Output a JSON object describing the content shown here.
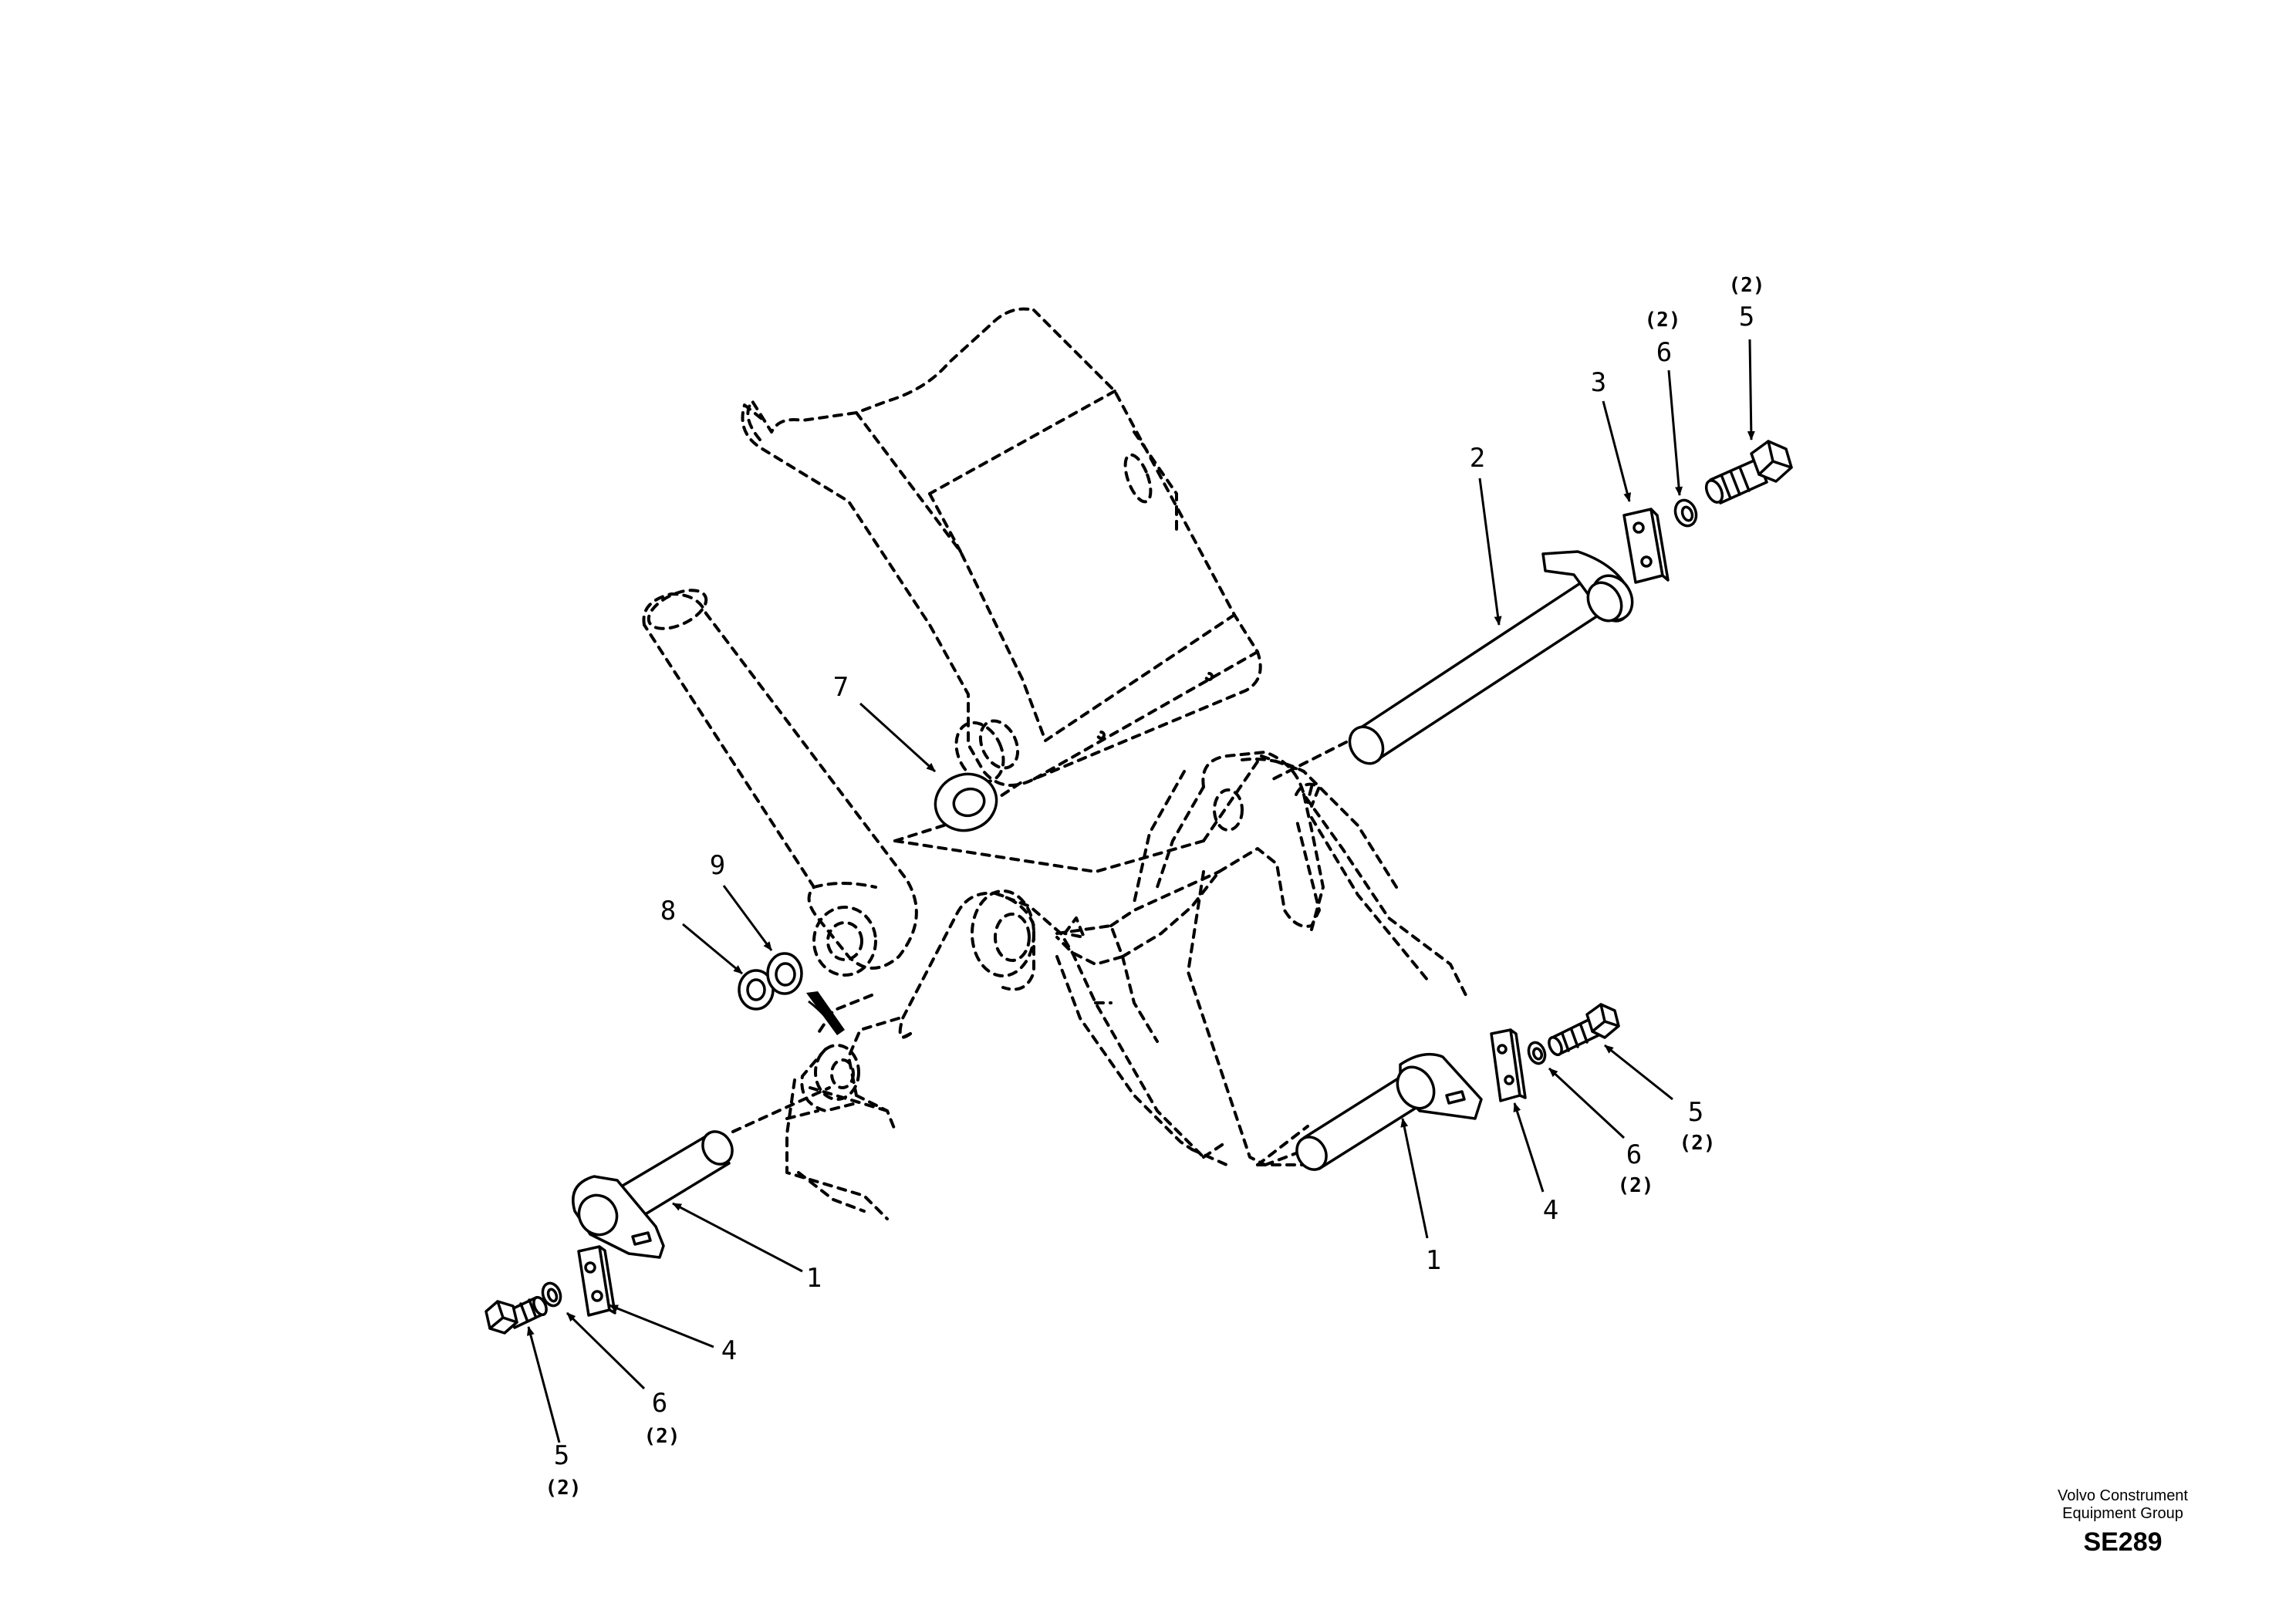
{
  "callouts": {
    "top_right": [
      {
        "item": "2",
        "qty": ""
      },
      {
        "item": "3",
        "qty": ""
      },
      {
        "item": "6",
        "qty": "(2)"
      },
      {
        "item": "5",
        "qty": "(2)"
      }
    ],
    "mid": [
      {
        "item": "7",
        "qty": ""
      },
      {
        "item": "8",
        "qty": ""
      },
      {
        "item": "9",
        "qty": ""
      }
    ],
    "lower_left": [
      {
        "item": "1",
        "qty": ""
      },
      {
        "item": "4",
        "qty": ""
      },
      {
        "item": "6",
        "qty": "(2)"
      },
      {
        "item": "5",
        "qty": "(2)"
      }
    ],
    "lower_right": [
      {
        "item": "1",
        "qty": ""
      },
      {
        "item": "4",
        "qty": ""
      },
      {
        "item": "6",
        "qty": "(2)"
      },
      {
        "item": "5",
        "qty": "(2)"
      }
    ]
  },
  "footer": {
    "maker_line1": "Volvo Construment",
    "maker_line2": "Equipment Group",
    "figure_code": "SE289"
  }
}
